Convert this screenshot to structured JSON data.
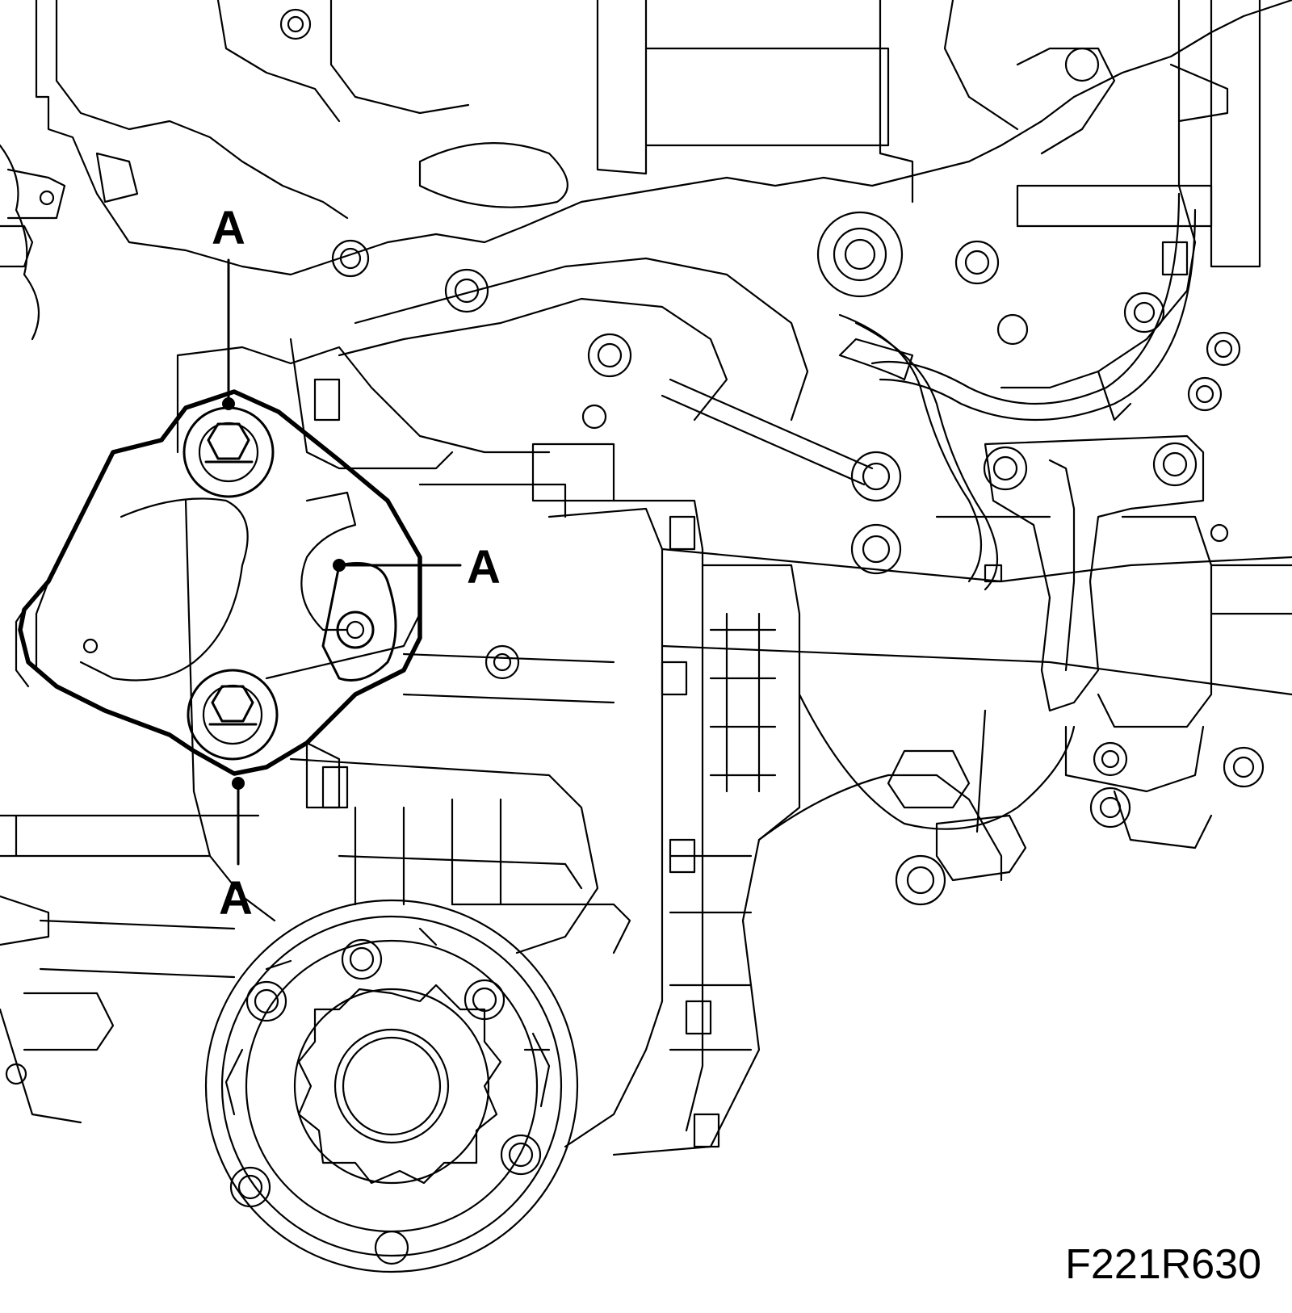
{
  "callouts": [
    {
      "id": "upper-left",
      "label": "A"
    },
    {
      "id": "middle-right",
      "label": "A"
    },
    {
      "id": "lower-left",
      "label": "A"
    }
  ],
  "figure_code": "F221R630"
}
